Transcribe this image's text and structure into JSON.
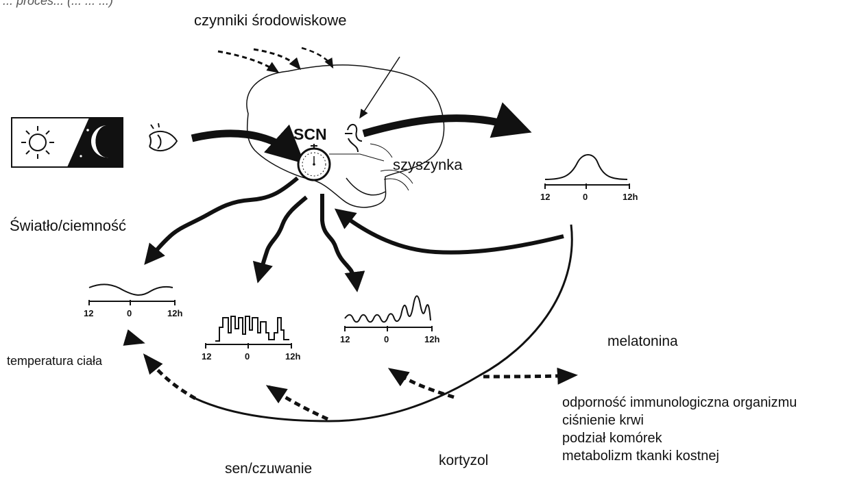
{
  "header_fragment": "... proces... (... ... ...)",
  "labels": {
    "environment": "czynniki środowiskowe",
    "scn": "SCN",
    "pineal": "szyszynka",
    "light_dark": "Światło/ciemność",
    "body_temp": "temperatura ciała",
    "melatonin": "melatonina",
    "sleep_wake": "sen/czuwanie",
    "cortisol": "kortyzol"
  },
  "axis_ticks": [
    "12",
    "0",
    "12h"
  ],
  "outcomes": [
    "odporność immunologiczna organizmu",
    "ciśnienie krwi",
    "podział komórek",
    "metabolizm tkanki kostnej"
  ],
  "colors": {
    "ink": "#111111",
    "background": "#ffffff"
  },
  "icons": [
    "sun-icon",
    "moon-icon",
    "eye-icon",
    "clock-icon",
    "pineal-gland-icon"
  ]
}
